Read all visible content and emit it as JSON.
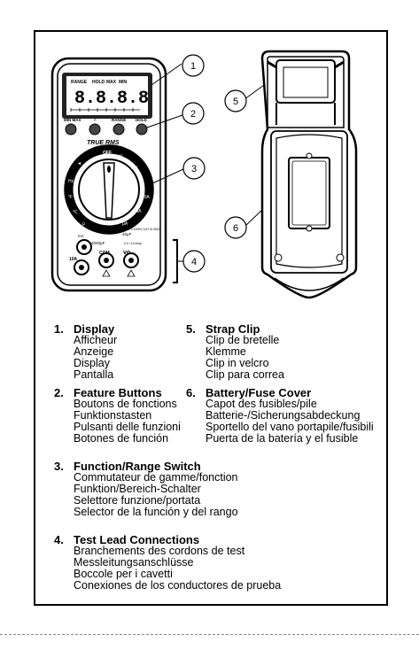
{
  "meter": {
    "lcd_labels": {
      "range": "RANGE",
      "hold": "HOLD",
      "max": "MAX",
      "min": "MIN"
    },
    "lcd_digits": "8.8.8.8",
    "button_labels": [
      "MIN MAX",
      "☼",
      "RANGE",
      "HOLD"
    ],
    "brand": "TRUE RMS",
    "dial_off": "OFF",
    "jack_labels": {
      "ma": "mA",
      "ten_a": "10A",
      "com": "COM",
      "vohm": "VΩ"
    },
    "jack_ratings": {
      "cat": "CAT II 1000V  CAT III 600V",
      "amp": "0.4 / 10 Amp"
    }
  },
  "callouts": [
    "1",
    "2",
    "3",
    "4",
    "5",
    "6"
  ],
  "items": [
    {
      "num": "1.",
      "title": "Display",
      "translations": [
        "Afficheur",
        "Anzeige",
        "Display",
        "Pantalla"
      ]
    },
    {
      "num": "2.",
      "title": "Feature Buttons",
      "translations": [
        "Boutons de fonctions",
        "Funktionstasten",
        "Pulsanti delle funzioni",
        "Botones de función"
      ]
    },
    {
      "num": "3.",
      "title": "Function/Range Switch",
      "translations": [
        "Commutateur de gamme/fonction",
        "Funktion/Bereich-Schalter",
        "Selettore funzione/portata",
        "Selector de la función y del rango"
      ]
    },
    {
      "num": "4.",
      "title": "Test Lead Connections",
      "translations": [
        "Branchements des cordons de test",
        "Messleitungsanschlüsse",
        "Boccole per i cavetti",
        "Conexiones de los conductores de prueba"
      ]
    },
    {
      "num": "5.",
      "title": "Strap Clip",
      "translations": [
        "Clip de bretelle",
        "Klemme",
        "Clip in velcro",
        "Clip para correa"
      ]
    },
    {
      "num": "6.",
      "title": "Battery/Fuse Cover",
      "translations": [
        "Capot des fusibles/pile",
        "Batterie-/Sicherungsabdeckung",
        "Sportello del vano portapile/fusibili",
        "Puerta de la batería y el fusible"
      ]
    }
  ]
}
